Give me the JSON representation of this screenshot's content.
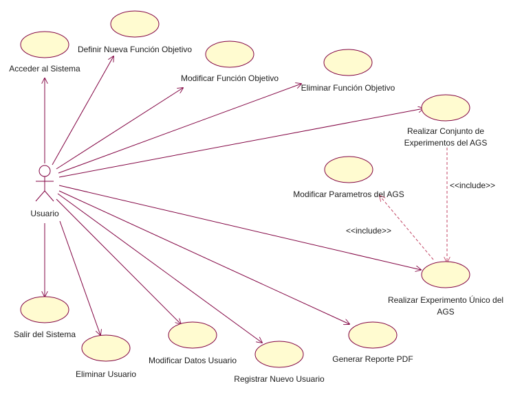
{
  "colors": {
    "background": "#ffffff",
    "use_case_fill": "#fffbd0",
    "line": "#800040",
    "include_line": "#c04060",
    "text": "#1a1a1a"
  },
  "actor": {
    "name": "Usuario",
    "icon": "stick-figure-actor-icon"
  },
  "use_cases": {
    "acceder": "Acceder al Sistema",
    "definir": "Definir Nueva Función Objetivo",
    "modificar_funcion": "Modificar Función Objetivo",
    "eliminar_funcion": "Eliminar Función Objetivo",
    "realizar_conjunto_line1": "Realizar Conjunto de",
    "realizar_conjunto_line2": "Experimentos del AGS",
    "modificar_parametros": "Modificar Parametros del AGS",
    "realizar_unico_line1": "Realizar Experimento Único del",
    "realizar_unico_line2": "AGS",
    "generar_reporte": "Generar Reporte PDF",
    "registrar_usuario": "Registrar Nuevo Usuario",
    "modificar_datos": "Modificar Datos Usuario",
    "eliminar_usuario": "Eliminar Usuario",
    "salir": "Salir del Sistema"
  },
  "relations": {
    "include_1": "<<include>>",
    "include_2": "<<include>>"
  }
}
